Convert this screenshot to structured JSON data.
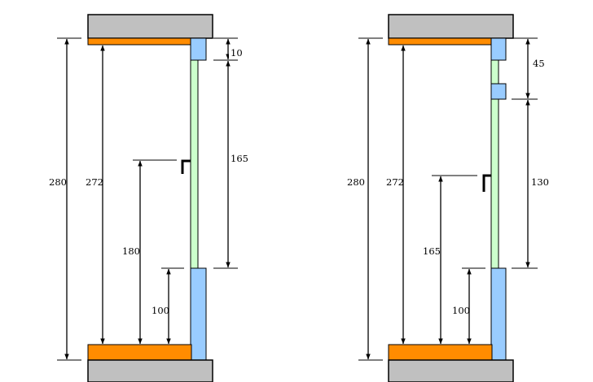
{
  "colors": {
    "slab": "#c0c0c0",
    "floor_finish": "#ff8c00",
    "frame": "#99ccff",
    "glass": "#ccffcc",
    "line": "#000000"
  },
  "left_section": {
    "total_height": "280",
    "clear_height": "272",
    "sill_height": "100",
    "handle_height": "180",
    "glazing_height": "165",
    "top_gap": "10"
  },
  "right_section": {
    "total_height": "280",
    "clear_height": "272",
    "sill_height": "100",
    "handle_height": "165",
    "glazing_height": "130",
    "top_gap": "45"
  }
}
